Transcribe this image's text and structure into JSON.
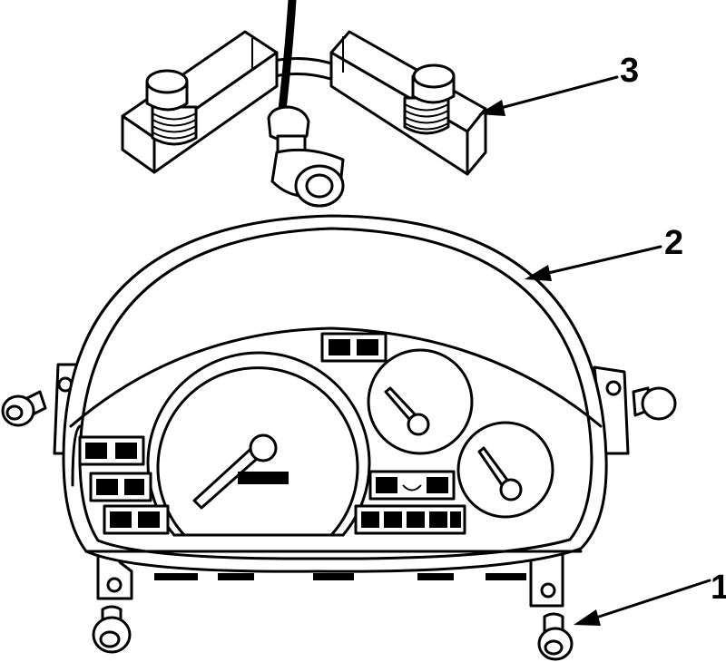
{
  "diagram": {
    "callouts": [
      {
        "id": "1",
        "label": "1"
      },
      {
        "id": "2",
        "label": "2"
      },
      {
        "id": "3",
        "label": "3"
      }
    ],
    "parts": {
      "mounting-screw": "screw-icon",
      "instrument-cluster": "cluster-icon",
      "bulb-socket": "bulb-icon"
    },
    "colors": {
      "line": "#000000",
      "fill": "#ffffff"
    }
  }
}
